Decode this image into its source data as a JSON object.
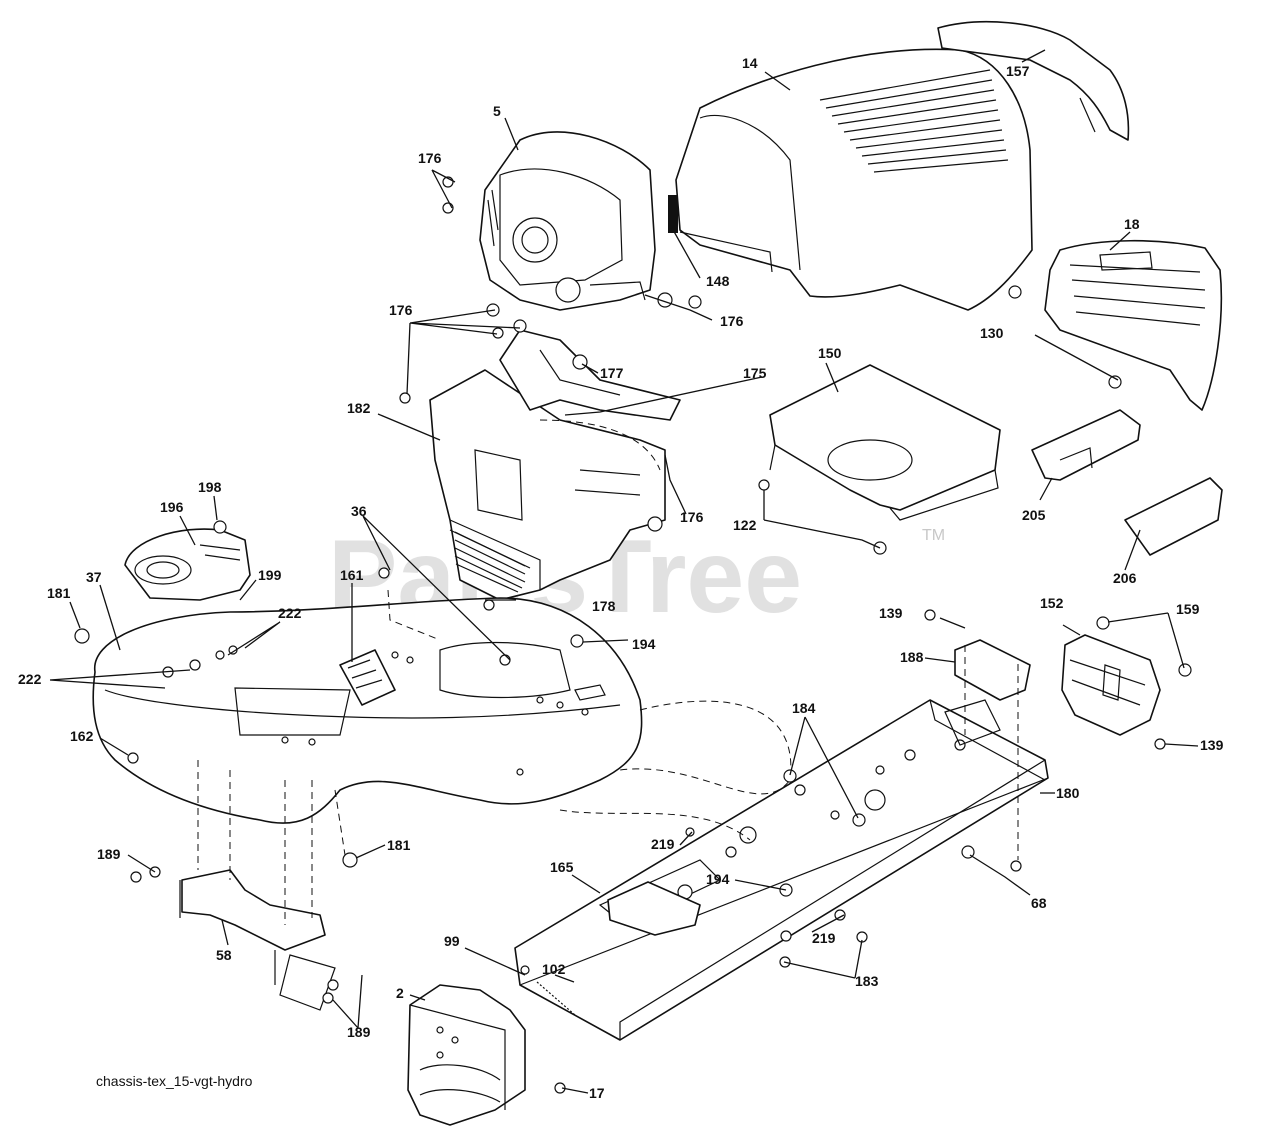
{
  "watermark": {
    "text": "PartsTree",
    "tm": "TM"
  },
  "caption": "chassis-tex_15-vgt-hydro",
  "labels": {
    "l14": "14",
    "l157": "157",
    "l5": "5",
    "l176a": "176",
    "l148": "148",
    "l176b": "176",
    "l18": "18",
    "l130": "130",
    "l176c": "176",
    "l177": "177",
    "l175": "175",
    "l150": "150",
    "l182": "182",
    "l198": "198",
    "l196": "196",
    "l36": "36",
    "l176d": "176",
    "l205": "205",
    "l122": "122",
    "l206": "206",
    "l37": "37",
    "l199": "199",
    "l161": "161",
    "l181a": "181",
    "l222a": "222",
    "l178": "178",
    "l139a": "139",
    "l152": "152",
    "l159": "159",
    "l222b": "222",
    "l194a": "194",
    "l188": "188",
    "l184": "184",
    "l162": "162",
    "l139b": "139",
    "l180": "180",
    "l181b": "181",
    "l219a": "219",
    "l189a": "189",
    "l194b": "194",
    "l165": "165",
    "l68": "68",
    "l58": "58",
    "l219b": "219",
    "l99": "99",
    "l183": "183",
    "l102": "102",
    "l2": "2",
    "l189b": "189",
    "l17": "17"
  }
}
